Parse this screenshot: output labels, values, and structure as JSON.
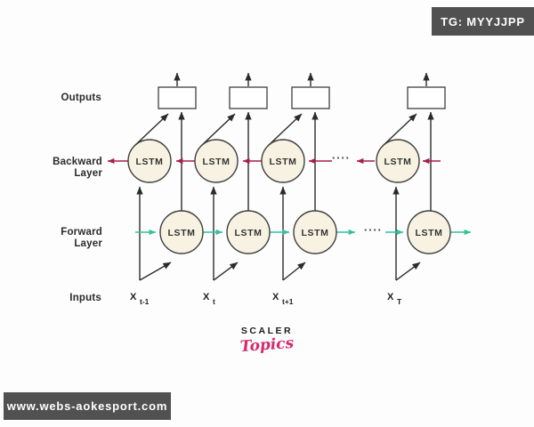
{
  "watermarks": {
    "telegram_tag": "TG: MYYJJPP",
    "website": "www.webs-aokesport.com"
  },
  "logo": {
    "brand": "SCALER",
    "sub": "Topics"
  },
  "diagram": {
    "row_labels": {
      "outputs": "Outputs",
      "backward": [
        "Backward",
        "Layer"
      ],
      "forward": [
        "Forward",
        "Layer"
      ],
      "inputs": "Inputs"
    },
    "backward_nodes": [
      "LSTM",
      "LSTM",
      "LSTM",
      "LSTM"
    ],
    "forward_nodes": [
      "LSTM",
      "LSTM",
      "LSTM",
      "LSTM"
    ],
    "input_labels": [
      {
        "base": "X",
        "sub": "t-1"
      },
      {
        "base": "X",
        "sub": "t"
      },
      {
        "base": "X",
        "sub": "t+1"
      },
      {
        "base": "X",
        "sub": "T"
      }
    ],
    "ellipsis": "····",
    "colors": {
      "line": "#2b2b2b",
      "backward_arrow": "#a81e4a",
      "forward_arrow": "#35c29b",
      "node_fill": "#f7f2e1",
      "badge_bg": "#515151",
      "logo_pink": "#d62a6e"
    }
  }
}
